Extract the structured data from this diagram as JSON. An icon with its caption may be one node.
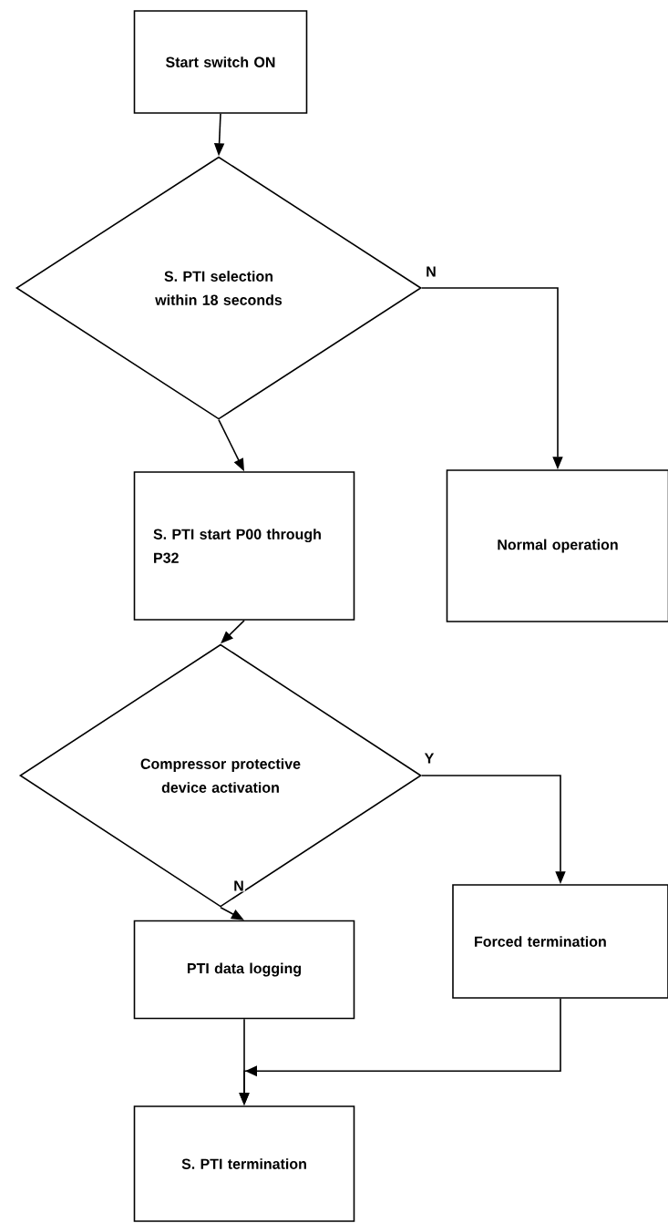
{
  "diagram": {
    "nodes": [
      {
        "text": [
          "Start switch ON"
        ]
      },
      {
        "text": [
          "S. PTI selection within 18 seconds"
        ]
      },
      {
        "text": [
          "Normal operation"
        ]
      },
      {
        "text": [
          "S. PTI start P00 through P32"
        ]
      },
      {
        "text": [
          "Compressor protective device activation"
        ]
      },
      {
        "text": [
          "Forced termination"
        ]
      },
      {
        "text": [
          "PTI data logging"
        ]
      },
      {
        "text": [
          "S. PTI termination"
        ]
      }
    ],
    "edges": [
      {
        "from": 0,
        "to": 1,
        "arrow": "to"
      },
      {
        "from": 1,
        "to": 2,
        "arrow": "to",
        "label": "N"
      },
      {
        "from": 1,
        "to": 3,
        "arrow": "to"
      },
      {
        "from": 3,
        "to": 4,
        "arrow": "to"
      },
      {
        "from": 4,
        "to": 5,
        "arrow": "to",
        "label": "Y"
      },
      {
        "from": 4,
        "to": 6,
        "arrow": "to",
        "label": "N"
      },
      {
        "from": 6,
        "to": 7,
        "arrow": "to"
      },
      {
        "from": 5,
        "to": 7,
        "arrow": "to"
      }
    ]
  }
}
